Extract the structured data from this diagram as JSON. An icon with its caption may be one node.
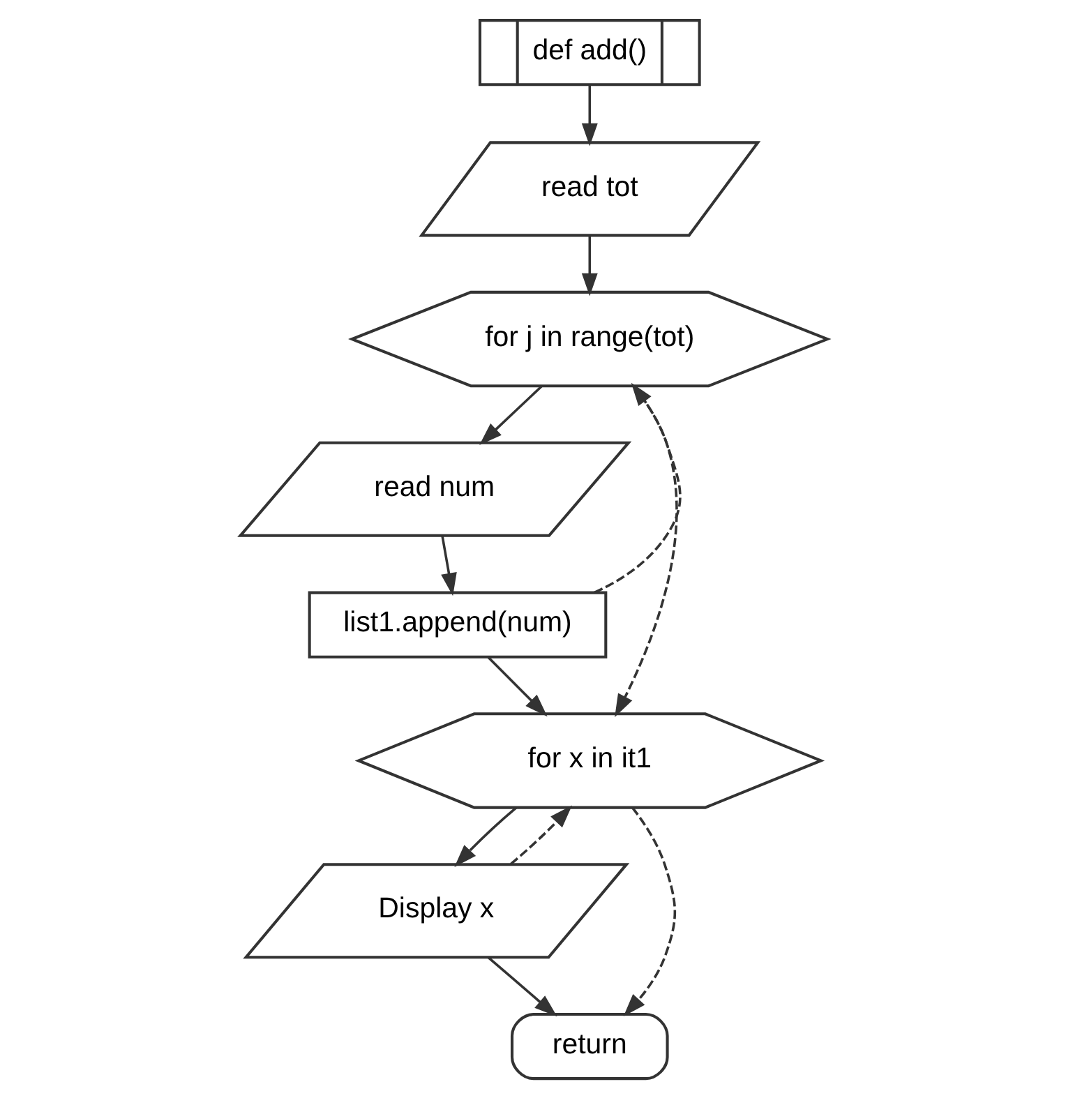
{
  "diagram": {
    "nodes": [
      {
        "text": [
          "def add()"
        ]
      },
      {
        "text": [
          "read tot"
        ]
      },
      {
        "text": [
          "for j in range(tot)"
        ]
      },
      {
        "text": [
          "read num"
        ]
      },
      {
        "text": [
          "list1.append(num)"
        ]
      },
      {
        "text": [
          "for x in it1"
        ]
      },
      {
        "text": [
          "Display x"
        ]
      },
      {
        "text": [
          "return"
        ]
      }
    ],
    "edges": [
      {
        "from": 0,
        "to": 1,
        "arrow": "to"
      },
      {
        "from": 1,
        "to": 2,
        "arrow": "to"
      },
      {
        "from": 2,
        "to": 3,
        "arrow": "to"
      },
      {
        "from": 3,
        "to": 4,
        "arrow": "to"
      },
      {
        "from": 4,
        "to": 2,
        "arrow": "to",
        "style": "dashed"
      },
      {
        "from": 2,
        "to": 5,
        "arrow": "to",
        "style": "dashed"
      },
      {
        "from": 4,
        "to": 5,
        "arrow": "to"
      },
      {
        "from": 5,
        "to": 6,
        "arrow": "to"
      },
      {
        "from": 6,
        "to": 5,
        "arrow": "to",
        "style": "dashed"
      },
      {
        "from": 5,
        "to": 7,
        "arrow": "to",
        "style": "dashed"
      },
      {
        "from": 6,
        "to": 7,
        "arrow": "to"
      }
    ]
  }
}
